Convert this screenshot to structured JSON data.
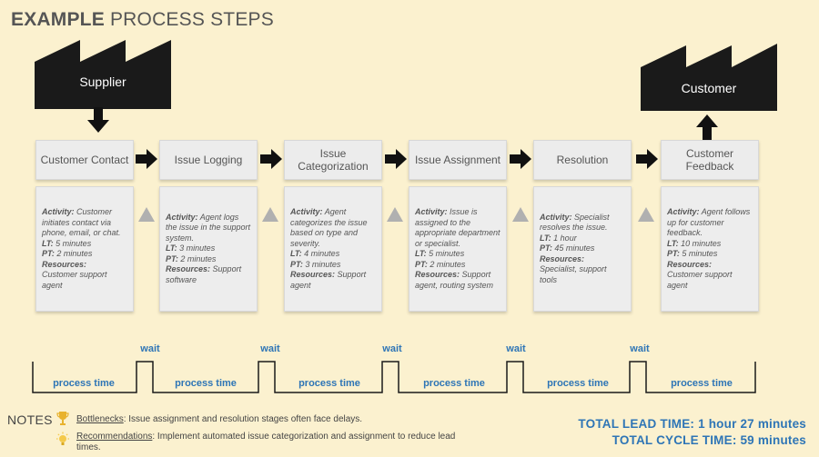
{
  "header": {
    "title_bold": "EXAMPLE",
    "title_rest": " PROCESS STEPS"
  },
  "supplier": {
    "label": "Supplier"
  },
  "customer": {
    "label": "Customer"
  },
  "steps": [
    {
      "title": "Customer Contact",
      "activity": "Customer initiates contact via phone, email, or chat.",
      "lt": "5 minutes",
      "pt": "2 minutes",
      "resources": "Customer support agent"
    },
    {
      "title": "Issue Logging",
      "activity": "Agent logs the issue in the support system.",
      "lt": "3 minutes",
      "pt": "2 minutes",
      "resources": "Support software"
    },
    {
      "title": "Issue Categorization",
      "activity": "Agent categorizes the issue based on type and severity.",
      "lt": "4 minutes",
      "pt": "3 minutes",
      "resources": "Support agent"
    },
    {
      "title": "Issue Assignment",
      "activity": "Issue is assigned to the appropriate department or specialist.",
      "lt": "5 minutes",
      "pt": "2 minutes",
      "resources": "Support agent, routing system"
    },
    {
      "title": "Resolution",
      "activity": "Specialist resolves the issue.",
      "lt": "1 hour",
      "pt": "45 minutes",
      "resources": "Specialist, support tools"
    },
    {
      "title": "Customer Feedback",
      "activity": "Agent follows up for customer feedback.",
      "lt": "10 minutes",
      "pt": "5 minutes",
      "resources": "Customer support agent"
    }
  ],
  "labels": {
    "activity": "Activity:",
    "lt": "LT:",
    "pt": "PT:",
    "resources": "Resources:"
  },
  "timeline": {
    "process_time": "process time",
    "wait": "wait",
    "color": "#2e75b6"
  },
  "notes": {
    "heading": "NOTES",
    "bottlenecks_label": "Bottlenecks",
    "bottlenecks_text": ": Issue assignment and resolution stages often face delays.",
    "recommendations_label": "Recommendations",
    "recommendations_text": ":  Implement automated issue categorization and assignment to reduce lead times."
  },
  "totals": {
    "lead_time": "TOTAL LEAD TIME: 1 hour 27 minutes",
    "cycle_time": "TOTAL CYCLE TIME: 59 minutes"
  },
  "colors": {
    "background": "#fbf1cf",
    "factory": "#1a1a1a",
    "arrow": "#111111",
    "accent_blue": "#2e75b6",
    "inventory_triangle": "#b0b0b0"
  }
}
